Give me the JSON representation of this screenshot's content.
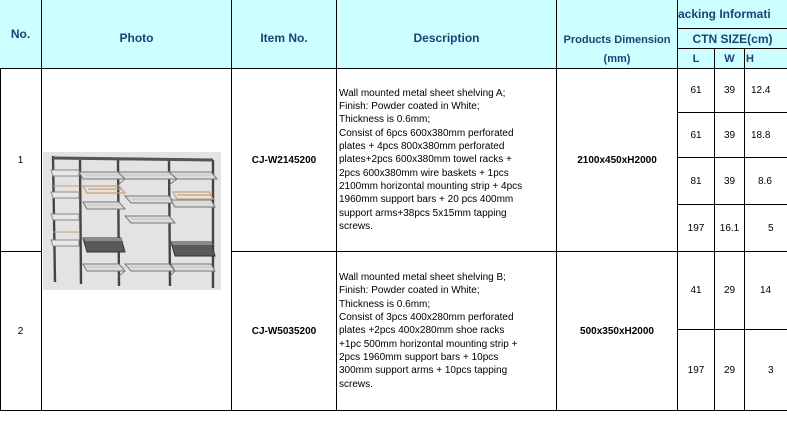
{
  "table": {
    "headers": {
      "no": "No.",
      "photo": "Photo",
      "item_no": "Item No.",
      "description": "Description",
      "products_dimension": "Products Dimension",
      "unit_mm": "(mm)",
      "packing_info": "acking Informati",
      "ctn_size": "CTN SIZE(cm)",
      "l": "L",
      "w": "W",
      "h": "H"
    },
    "rows": [
      {
        "no": "1",
        "item_no": "CJ-W2145200",
        "description": "Wall mounted metal sheet shelving A;\nFinish: Powder coated in White;\nThickness is 0.6mm;\nConsist of 6pcs 600x380mm perforated\nplates + 4pcs 800x380mm perforated\nplates+2pcs 600x380mm towel racks +\n2pcs 600x380mm wire baskets + 1pcs\n2100mm horizontal mounting strip + 4pcs\n1960mm support bars + 20 pcs 400mm\nsupport arms+38pcs 5x15mm tapping\nscrews.",
        "dimension": "2100x450xH2000",
        "cartons": [
          {
            "l": "61",
            "w": "39",
            "h": "12.4"
          },
          {
            "l": "61",
            "w": "39",
            "h": "18.8"
          },
          {
            "l": "81",
            "w": "39",
            "h": "8.6"
          },
          {
            "l": "197",
            "w": "16.1",
            "h": "5"
          }
        ]
      },
      {
        "no": "2",
        "item_no": "CJ-W5035200",
        "description": "Wall mounted metal sheet shelving B;\nFinish: Powder coated in White;\nThickness is 0.6mm;\nConsist of 3pcs 400x280mm perforated\nplates +2pcs 400x280mm shoe racks\n+1pc 500mm horizontal mounting strip +\n2pcs 1960mm support bars + 10pcs\n300mm support arms + 10pcs tapping\nscrews.",
        "dimension": "500x350xH2000",
        "cartons": [
          {
            "l": "41",
            "w": "29",
            "h": "14"
          },
          {
            "l": "197",
            "w": "29",
            "h": "3"
          }
        ]
      }
    ]
  }
}
